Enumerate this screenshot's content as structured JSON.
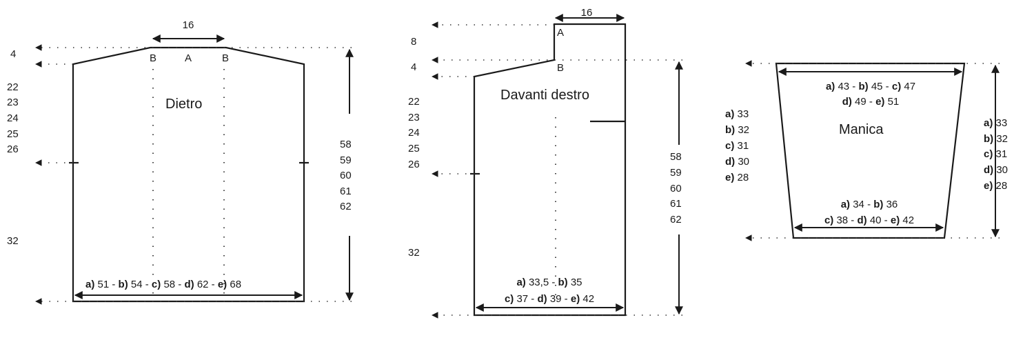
{
  "colors": {
    "ink": "#1a1a1a",
    "background": "#ffffff"
  },
  "back": {
    "title": "Dietro",
    "neck_width": "16",
    "markers": [
      "B",
      "A",
      "B"
    ],
    "left_labels": [
      "4",
      "22",
      "23",
      "24",
      "25",
      "26",
      "32"
    ],
    "right_labels": [
      "58",
      "59",
      "60",
      "61",
      "62"
    ],
    "bottom": [
      {
        "k": "a)",
        "v": "51 -"
      },
      {
        "k": "b)",
        "v": "54 -"
      },
      {
        "k": "c)",
        "v": "58 -"
      },
      {
        "k": "d)",
        "v": "62 -"
      },
      {
        "k": "e)",
        "v": "68"
      }
    ]
  },
  "front": {
    "title": "Davanti destro",
    "neck_width": "16",
    "markers": [
      "A",
      "B"
    ],
    "left_labels": [
      "8",
      "4",
      "22",
      "23",
      "24",
      "25",
      "26",
      "32"
    ],
    "right_labels": [
      "58",
      "59",
      "60",
      "61",
      "62"
    ],
    "bottom_line1": [
      {
        "k": "a)",
        "v": "33,5 -"
      },
      {
        "k": "b)",
        "v": "35"
      }
    ],
    "bottom_line2": [
      {
        "k": "c)",
        "v": "37 -"
      },
      {
        "k": "d)",
        "v": "39 -"
      },
      {
        "k": "e)",
        "v": "42"
      }
    ]
  },
  "sleeve": {
    "title": "Manica",
    "top_line1": [
      {
        "k": "a)",
        "v": "43 -"
      },
      {
        "k": "b)",
        "v": "45 -"
      },
      {
        "k": "c)",
        "v": "47"
      }
    ],
    "top_line2": [
      {
        "k": "d)",
        "v": "49 -"
      },
      {
        "k": "e)",
        "v": "51"
      }
    ],
    "left_labels": [
      {
        "k": "a)",
        "v": "33"
      },
      {
        "k": "b)",
        "v": "32"
      },
      {
        "k": "c)",
        "v": "31"
      },
      {
        "k": "d)",
        "v": "30"
      },
      {
        "k": "e)",
        "v": "28"
      }
    ],
    "right_labels": [
      {
        "k": "a)",
        "v": "33"
      },
      {
        "k": "b)",
        "v": "32"
      },
      {
        "k": "c)",
        "v": "31"
      },
      {
        "k": "d)",
        "v": "30"
      },
      {
        "k": "e)",
        "v": "28"
      }
    ],
    "bottom_line1": [
      {
        "k": "a)",
        "v": "34 -"
      },
      {
        "k": "b)",
        "v": "36"
      }
    ],
    "bottom_line2": [
      {
        "k": "c)",
        "v": "38 -"
      },
      {
        "k": "d)",
        "v": "40 -"
      },
      {
        "k": "e)",
        "v": "42"
      }
    ]
  }
}
